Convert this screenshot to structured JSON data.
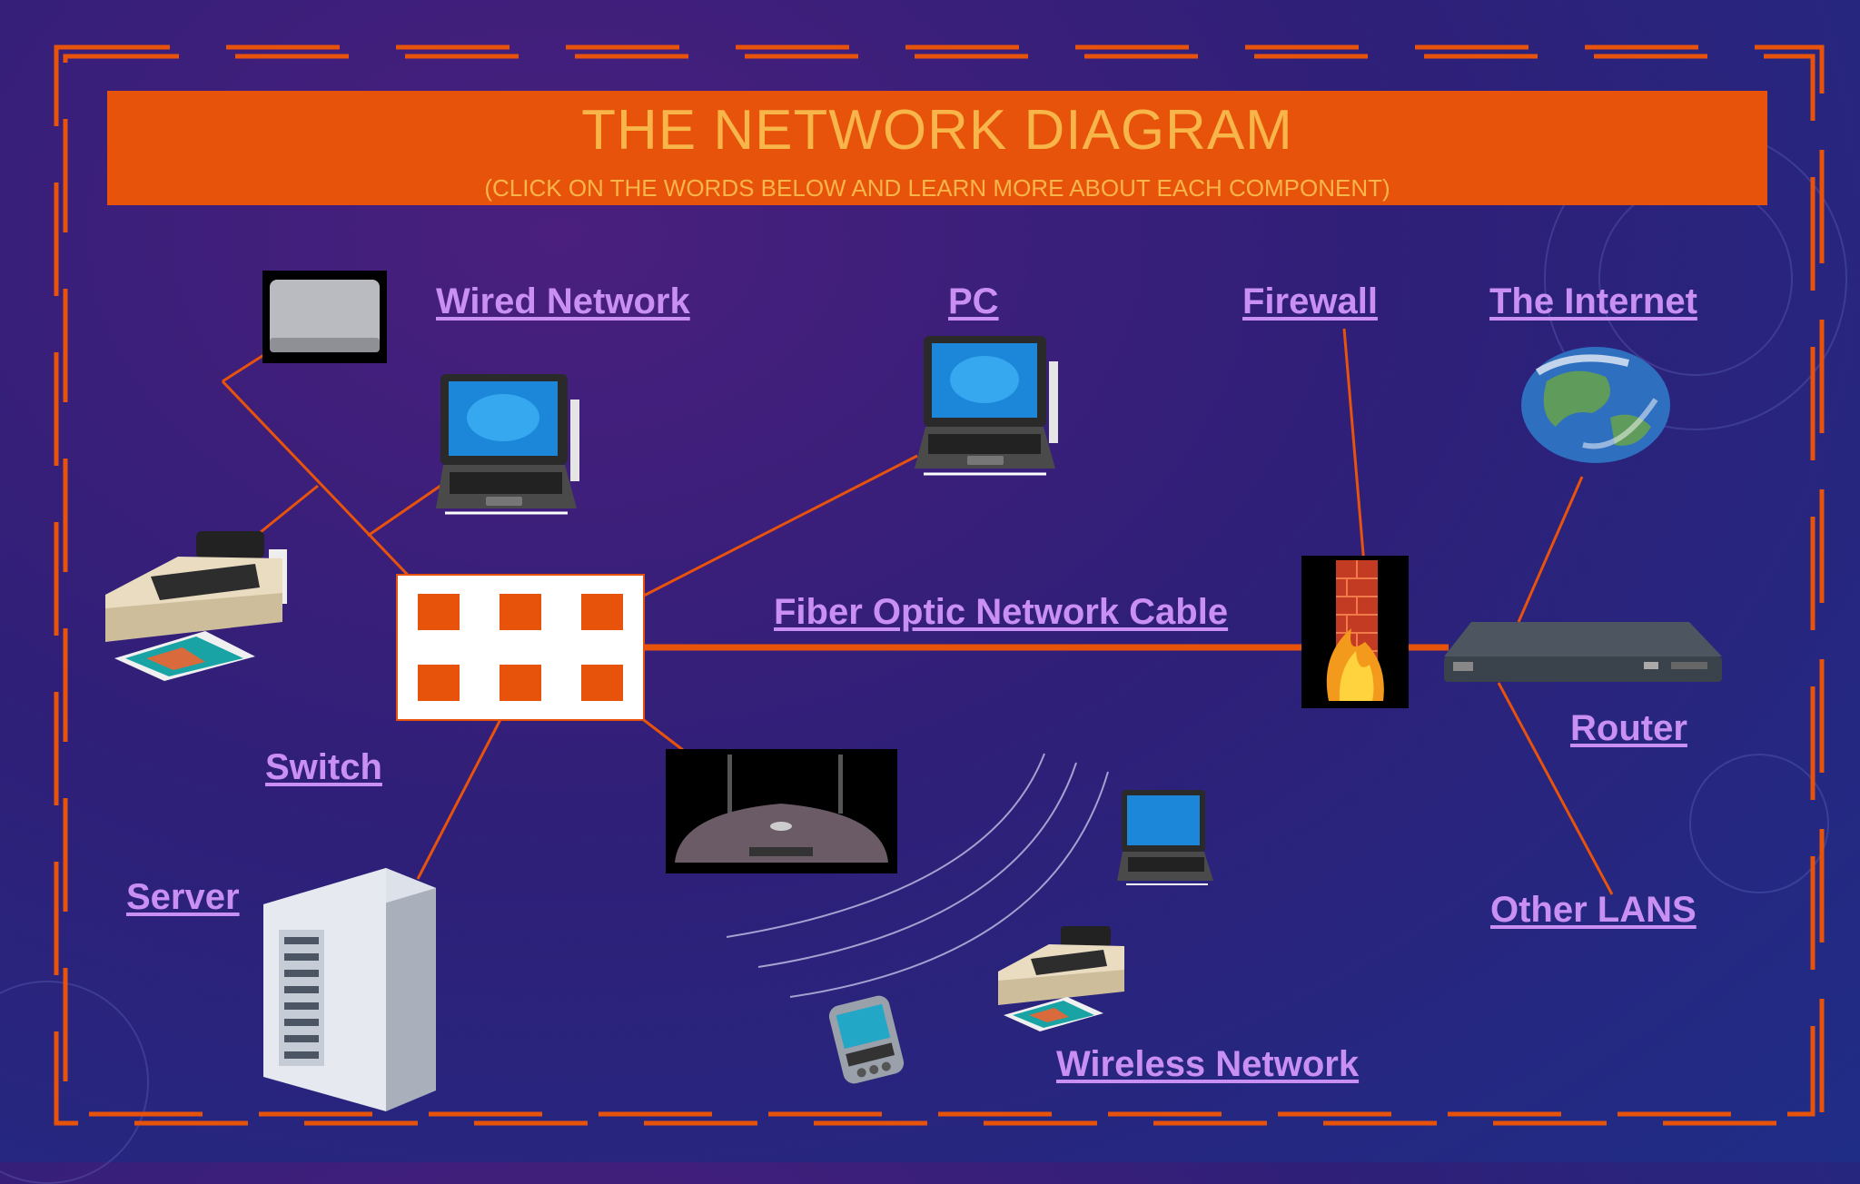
{
  "title": "THE NETWORK DIAGRAM",
  "subtitle": "(CLICK ON THE WORDS BELOW AND LEARN MORE ABOUT EACH COMPONENT)",
  "links": {
    "wired_network": "Wired Network",
    "pc": "PC",
    "firewall": "Firewall",
    "the_internet": "The Internet",
    "fiber_optic_cable": "Fiber Optic Network Cable",
    "switch": "Switch",
    "router": "Router",
    "server": "Server",
    "other_lans": "Other LANS",
    "wireless_network": "Wireless Network"
  },
  "colors": {
    "accent": "#e8530b",
    "title_text": "#f7b54a",
    "link": "#c98ff2",
    "background": "#2f1f78"
  },
  "icons": [
    "modem-icon",
    "laptop-icon",
    "printer-icon",
    "switch-icon",
    "server-icon",
    "wireless-router-icon",
    "pda-icon",
    "firewall-icon",
    "globe-icon",
    "router-icon"
  ]
}
